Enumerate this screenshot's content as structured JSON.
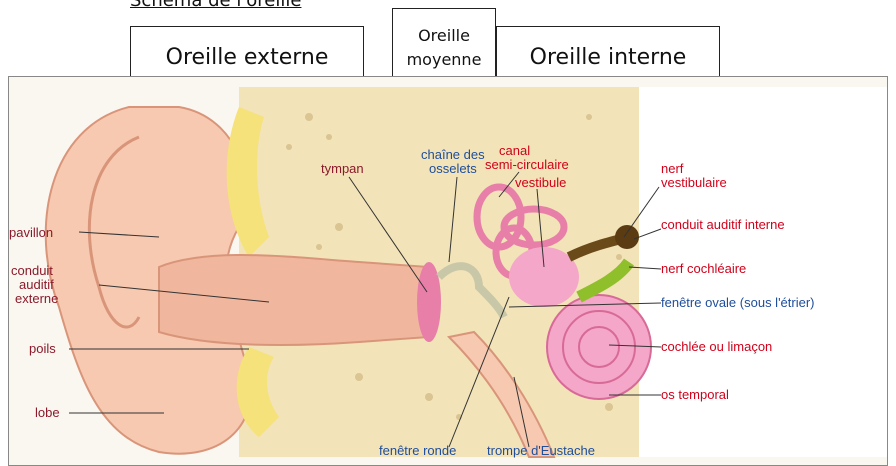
{
  "page": {
    "heading": "Schéma de l'oreille"
  },
  "sections": {
    "externe": "Oreille externe",
    "moyenne_line1": "Oreille",
    "moyenne_line2": "moyenne",
    "interne": "Oreille interne"
  },
  "labels": {
    "pavillon": "pavillon",
    "conduit_line1": "conduit",
    "conduit_line2": "auditif",
    "conduit_line3": "externe",
    "poils": "poils",
    "lobe": "lobe",
    "tympan": "tympan",
    "chaine_line1": "chaîne des",
    "chaine_line2": "osselets",
    "canal_line1": "canal",
    "canal_line2": "semi-circulaire",
    "vestibule": "vestibule",
    "nerf_vest_line1": "nerf",
    "nerf_vest_line2": "vestibulaire",
    "conduit_interne": "conduit auditif interne",
    "nerf_cochleaire": "nerf cochléaire",
    "fenetre_ovale": "fenêtre ovale (sous l'étrier)",
    "cochlee": "cochlée ou limaçon",
    "os_temporal": "os temporal",
    "fenetre_ronde": "fenêtre ronde",
    "trompe": "trompe d'Eustache"
  },
  "colors": {
    "label_dark_red": "#8b1a2b",
    "label_red": "#d0021b",
    "label_blue": "#1f4e9a",
    "skin": "#f6c9b0",
    "bone": "#f2e3b8",
    "cochlea": "#f4a7c8",
    "nerve": "#8fbf2a"
  }
}
